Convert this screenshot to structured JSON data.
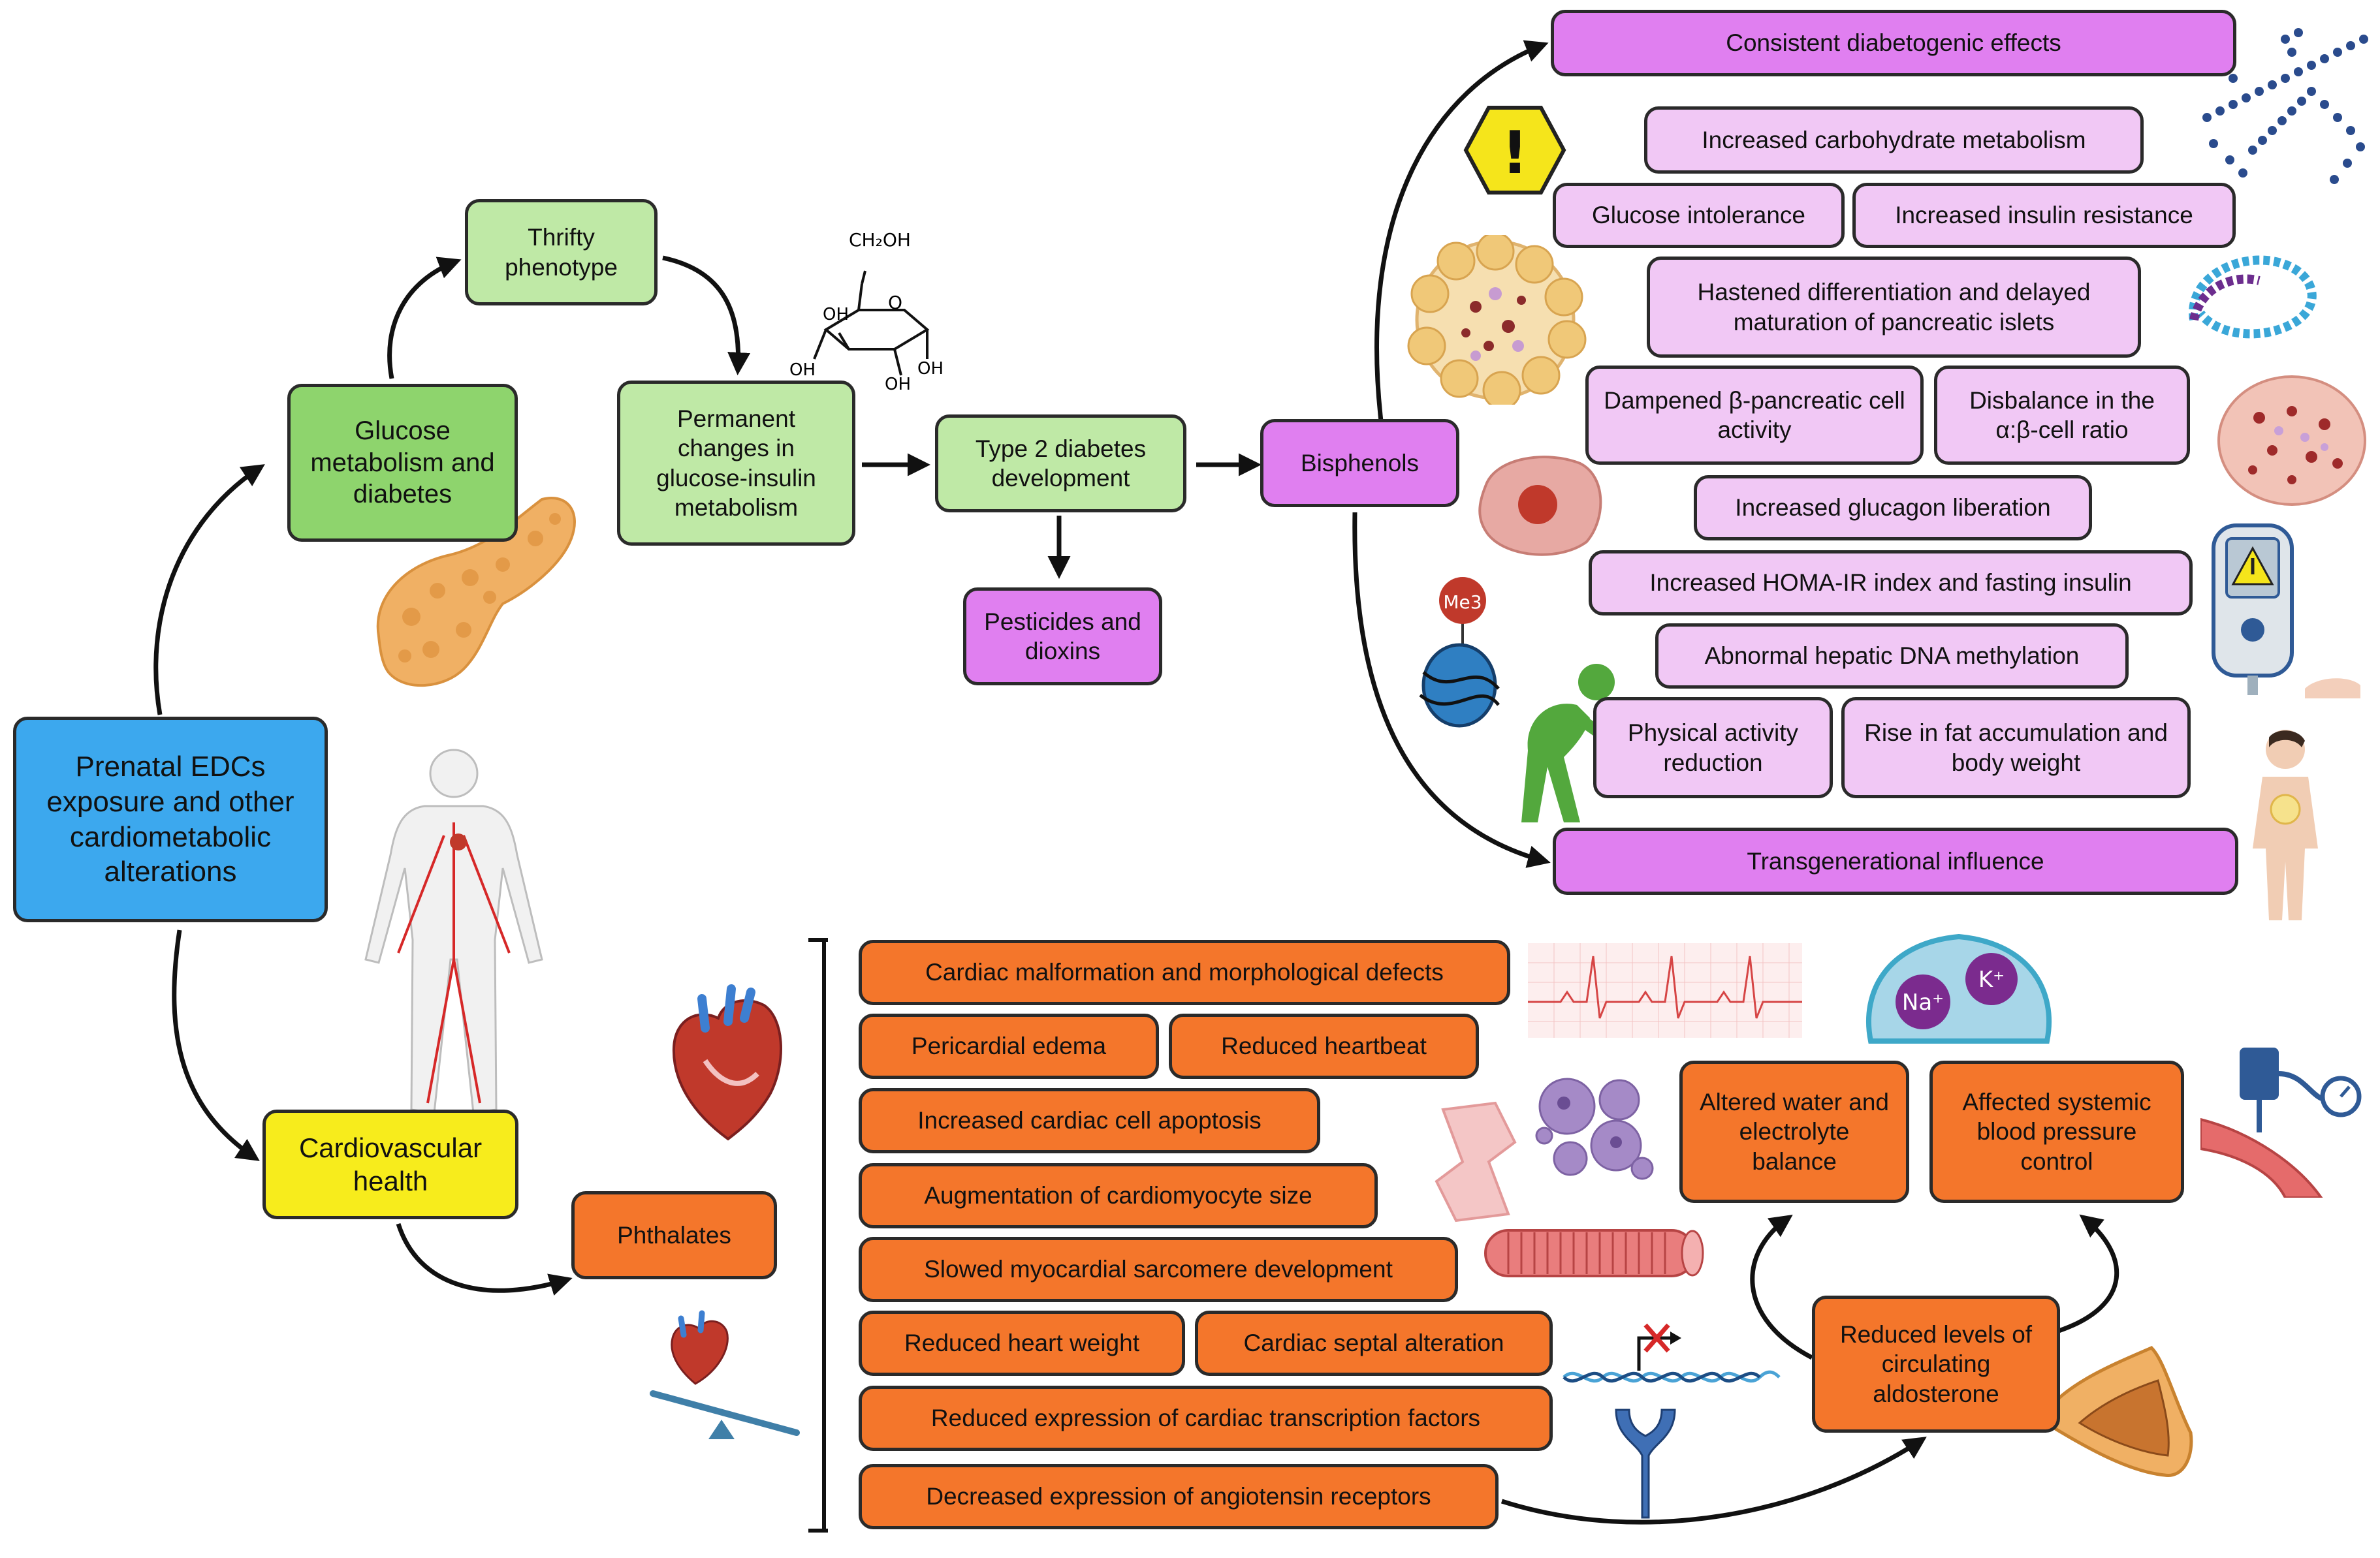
{
  "root": "Prenatal EDCs exposure and other cardiometabolic alterations",
  "metabolic": {
    "glucose": "Glucose metabolism and diabetes",
    "thrifty": "Thrifty phenotype",
    "permanent": "Permanent changes in glucose-insulin metabolism",
    "type2": "Type 2 diabetes development",
    "pesticides": "Pesticides and dioxins",
    "bisphenols": "Bisphenols",
    "glucose_structure": {
      "ch2oh": "CH₂OH",
      "o": "O",
      "oh": "OH"
    },
    "effects": {
      "consistent": "Consistent diabetogenic effects",
      "carb": "Increased carbohydrate metabolism",
      "intolerance": "Glucose intolerance",
      "resistance": "Increased insulin resistance",
      "hastened": "Hastened differentiation and delayed maturation of pancreatic islets",
      "dampened": "Dampened β-pancreatic cell activity",
      "disbalance": "Disbalance in the α:β-cell ratio",
      "glucagon": "Increased glucagon liberation",
      "homa": "Increased HOMA-IR index and fasting insulin",
      "methylation": "Abnormal hepatic DNA methylation",
      "physical": "Physical activity reduction",
      "fat": "Rise in fat accumulation and body weight",
      "transgen": "Transgenerational influence"
    },
    "icon_labels": {
      "warning": "!",
      "me3": "Me3"
    }
  },
  "cardio": {
    "health": "Cardiovascular health",
    "phthalates": "Phthalates",
    "effects": {
      "malformation": "Cardiac malformation and morphological defects",
      "edema": "Pericardial edema",
      "heartbeat": "Reduced heartbeat",
      "apoptosis": "Increased cardiac cell apoptosis",
      "augmentation": "Augmentation of cardiomyocyte size",
      "sarcomere": "Slowed myocardial sarcomere development",
      "weight": "Reduced heart weight",
      "septal": "Cardiac septal alteration",
      "transcription": "Reduced expression of cardiac transcription factors",
      "angiotensin": "Decreased expression of angiotensin receptors"
    },
    "aldosterone": "Reduced levels of circulating aldosterone",
    "water": "Altered water and electrolyte balance",
    "pressure": "Affected systemic blood pressure control",
    "ions": {
      "na": "Na⁺",
      "k": "K⁺"
    }
  }
}
